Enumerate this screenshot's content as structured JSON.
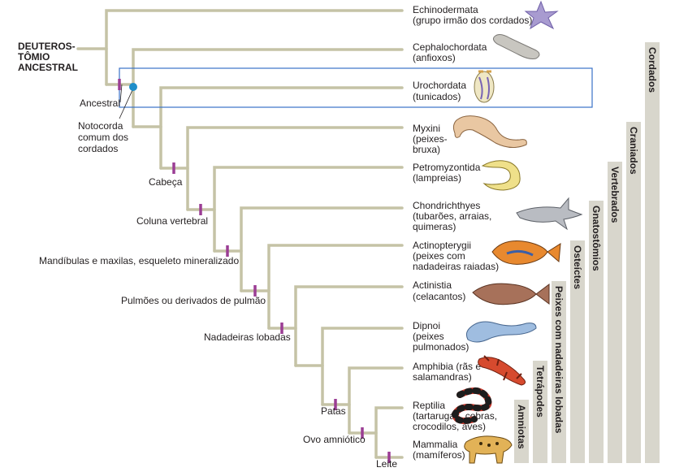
{
  "root_label": [
    "DEUTEROS-",
    "TÔMIO",
    "ANCESTRAL"
  ],
  "taxa": [
    {
      "lines": [
        "Echinodermata",
        "(grupo irmão dos cordados)"
      ],
      "animal": "starfish-icon"
    },
    {
      "lines": [
        "Cephalochordata",
        "(anfioxos)"
      ],
      "animal": "lancelet-icon"
    },
    {
      "lines": [
        "Urochordata",
        "(tunicados)"
      ],
      "animal": "tunicate-icon"
    },
    {
      "lines": [
        "Myxini",
        "(peixes-",
        "bruxa)"
      ],
      "animal": "hagfish-icon"
    },
    {
      "lines": [
        "Petromyzontida",
        "(lampreias)"
      ],
      "animal": "lamprey-icon"
    },
    {
      "lines": [
        "Chondrichthyes",
        "(tubarões, arraias,",
        "quimeras)"
      ],
      "animal": "shark-icon"
    },
    {
      "lines": [
        "Actinopterygii",
        "(peixes com",
        "nadadeiras raiadas)"
      ],
      "animal": "ray-finned-fish-icon"
    },
    {
      "lines": [
        "Actinistia",
        "(celacantos)"
      ],
      "animal": "coelacanth-icon"
    },
    {
      "lines": [
        "Dipnoi",
        "(peixes",
        "pulmonados)"
      ],
      "animal": "lungfish-icon"
    },
    {
      "lines": [
        "Amphibia (rãs e",
        "salamandras)"
      ],
      "animal": "salamander-icon"
    },
    {
      "lines": [
        "Reptilia",
        "(tartarugas, cobras,",
        "crocodilos, aves)"
      ],
      "animal": "snake-icon"
    },
    {
      "lines": [
        "Mammalia",
        "(mamíferos)"
      ],
      "animal": "ocelot-icon"
    }
  ],
  "node_labels": {
    "ancestral": "Ancestral",
    "notochord": [
      "Notocorda",
      "comum dos",
      "cordados"
    ],
    "head": "Cabeça",
    "vertebral_column": "Coluna vertebral",
    "jaws": "Mandíbulas e maxilas, esqueleto mineralizado",
    "lungs": "Pulmões ou derivados de pulmão",
    "lobed_fins": "Nadadeiras lobadas",
    "legs": "Patas",
    "amniotic_egg": "Ovo amniótico",
    "milk": "Leite"
  },
  "groups": [
    "Cordados",
    "Craniados",
    "Vertebrados",
    "Gnatostômios",
    "Osteíctes",
    "Peixes com nadadeiras lobadas",
    "Tetrápodes",
    "Amniotas"
  ],
  "colors": {
    "branch": "#c5c3a6",
    "group_bar": "#d8d6cc",
    "highlight_box": "#3a72c8",
    "marker": "#9b3d94",
    "notochord_dot": "#1f8ec9",
    "text": "#231f20"
  }
}
